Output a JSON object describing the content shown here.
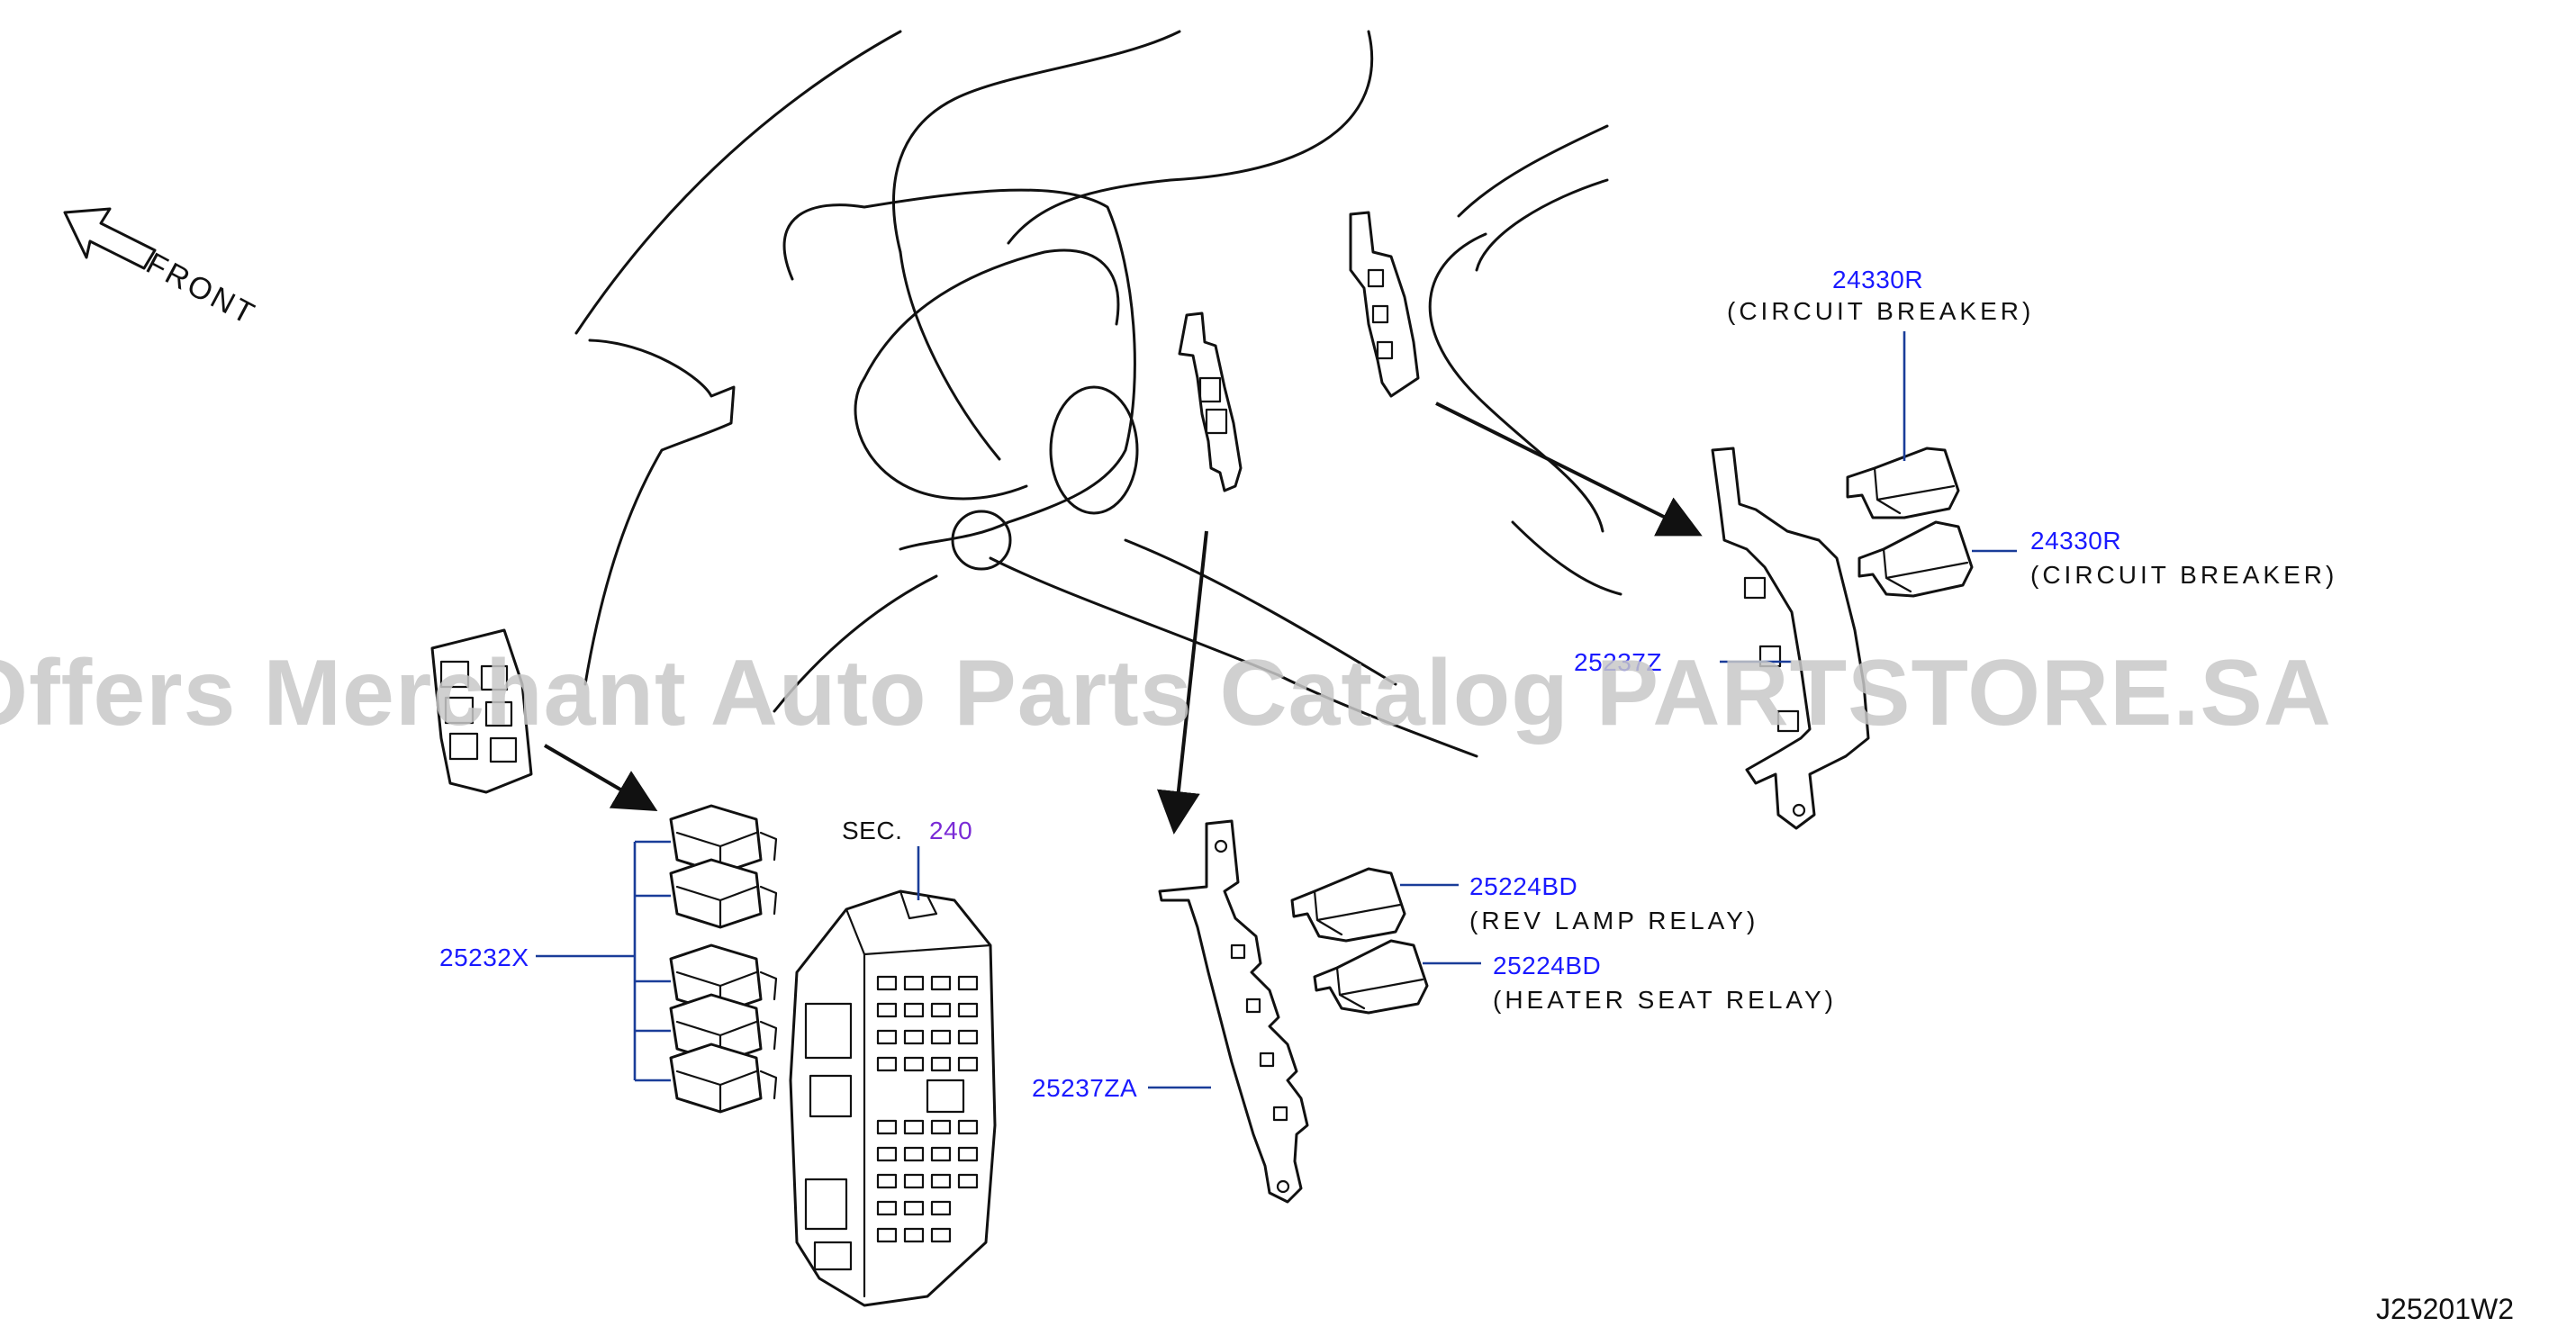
{
  "colors": {
    "callout_text": "#1a1aff",
    "leader_line": "#1a3d99",
    "section_ref": "#7a2bd6",
    "ink": "#111111",
    "watermark": "#c8c8c8"
  },
  "icons": {
    "front_arrow": "outline-arrow-up-left-icon",
    "pointer_arrow": "solid-arrowhead-icon"
  },
  "front_indicator": {
    "label": "FRONT"
  },
  "callouts": {
    "circuit_breaker_1": {
      "part_no": "24330R",
      "desc": "(CIRCUIT  BREAKER)"
    },
    "circuit_breaker_2": {
      "part_no": "24330R",
      "desc": "(CIRCUIT  BREAKER)"
    },
    "bracket_z": {
      "part_no": "25237Z"
    },
    "relay_set": {
      "part_no": "25232X"
    },
    "section_ref": {
      "prefix": "SEC.",
      "number": "240"
    },
    "rev_lamp_relay": {
      "part_no": "25224BD",
      "desc": "(REV  LAMP  RELAY)"
    },
    "heater_seat_relay": {
      "part_no": "25224BD",
      "desc": "(HEATER  SEAT  RELAY)"
    },
    "bracket_za": {
      "part_no": "25237ZA"
    }
  },
  "diagram_id": "J25201W2",
  "watermark": "Offers Merchant Auto Parts Catalog PARTSTORE.SA"
}
